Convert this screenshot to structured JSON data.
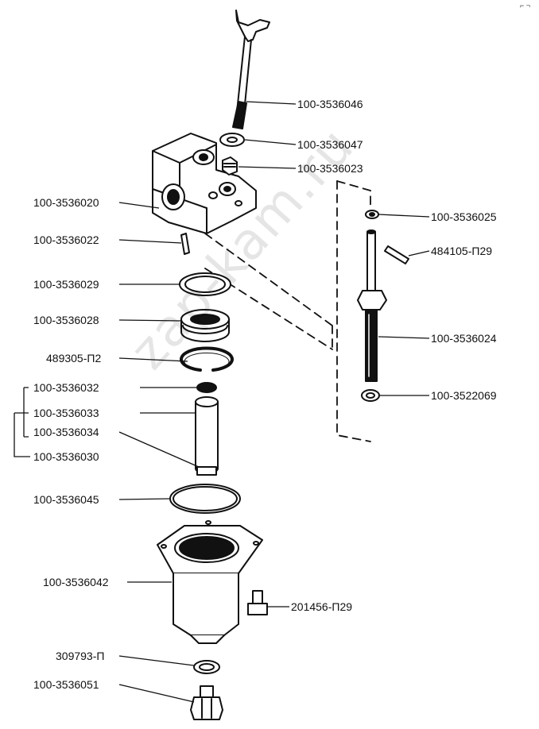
{
  "diagram": {
    "watermark": "zap-kam.ru",
    "corner_mark": "⌐ ¬",
    "labels": {
      "p3536046": "100-3536046",
      "p3536047": "100-3536047",
      "p3536023": "100-3536023",
      "p3536020": "100-3536020",
      "p3536025": "100-3536025",
      "p3536022": "100-3536022",
      "p484105": "484105-П29",
      "p3536029": "100-3536029",
      "p3536028": "100-3536028",
      "p3536024": "100-3536024",
      "p489305": "489305-П2",
      "p3536032": "100-3536032",
      "p3522069": "100-3522069",
      "p3536033": "100-3536033",
      "p3536034": "100-3536034",
      "p3536030": "100-3536030",
      "p3536045": "100-3536045",
      "p3536042": "100-3536042",
      "p201456": "201456-П29",
      "p309793": "309793-П",
      "p3536051": "100-3536051"
    }
  }
}
